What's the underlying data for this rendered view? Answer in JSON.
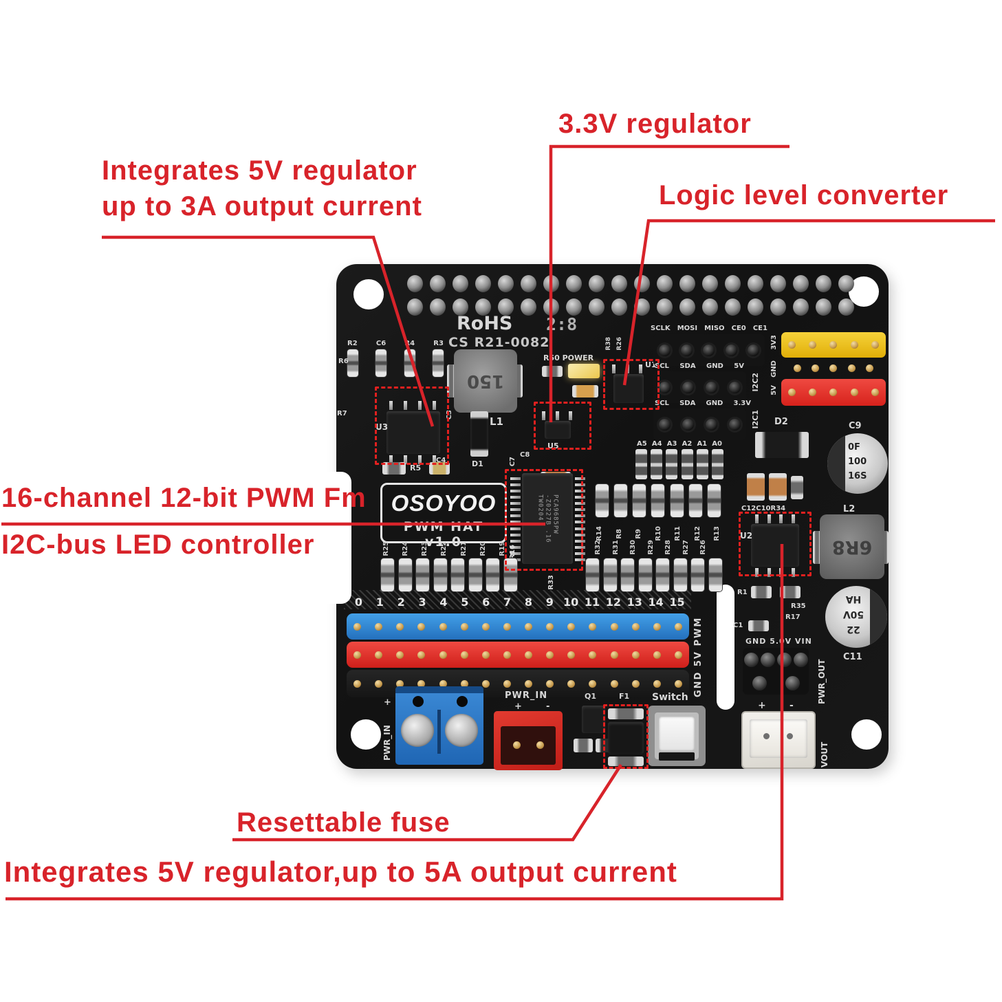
{
  "annotations": {
    "accent_color": "#d8232a",
    "reg3a_line1": "Integrates 5V regulator",
    "reg3a_line2": "up to 3A output current",
    "reg33v": "3.3V regulator",
    "logic_level": "Logic level converter",
    "pwm_line1": "16-channel 12-bit PWM Fm",
    "pwm_line2": "I2C-bus LED controller",
    "fuse": "Resettable fuse",
    "reg5a": "Integrates 5V regulator,up to 5A output current"
  },
  "silk": {
    "rohs": "RoHS",
    "rohs_mark": "2:8",
    "cs_code": "CS R21-0082",
    "logo": "OSOYOO",
    "logo_sub": "PWM HAT v1.0",
    "power_led": "R50 POWER",
    "spi_labels": [
      "SCLK",
      "MOSI",
      "MISO",
      "CE0",
      "CE1"
    ],
    "i2c2_labels": [
      "SCL",
      "SDA",
      "GND",
      "5V"
    ],
    "i2c1_labels": [
      "SCL",
      "SDA",
      "GND",
      "3.3V"
    ],
    "i2c2": "I2C2",
    "i2c1": "I2C1",
    "rail_3v3": "3V3",
    "rail_gnd": "GND",
    "rail_5v": "5V",
    "a_jumpers": [
      "A5",
      "A4",
      "A3",
      "A2",
      "A1",
      "A0"
    ],
    "channels": [
      "0",
      "1",
      "2",
      "3",
      "4",
      "5",
      "6",
      "7",
      "8",
      "9",
      "10",
      "11",
      "12",
      "13",
      "14",
      "15"
    ],
    "pwm_rows": "GND 5V PWM",
    "pwr_in": "PWR_IN",
    "plus": "+",
    "minus": "-",
    "q1": "Q1",
    "f1": "F1",
    "switch_label": "Switch",
    "pwr_out_pins": "GND 5.0V VIN",
    "pwr_out": "PWR_OUT",
    "vout": "VOUT",
    "l1": "L1",
    "l1_value": "150",
    "l2": "L2",
    "l2_value": "6R8",
    "c9": "C9",
    "c9_marking": [
      "0F",
      "100",
      "16S"
    ],
    "c11": "C11",
    "c11_marking": [
      "22",
      "50V",
      "HA"
    ],
    "d1": "D1",
    "d2": "D2",
    "c1": "C1",
    "c3": "C3",
    "c4": "C4",
    "c7": "C7",
    "c8": "C8",
    "u1": "U1",
    "u2": "U2",
    "u3": "U3",
    "u5": "U5",
    "r5": "R5",
    "r6": "R6",
    "r7": "R7",
    "r16": "R16",
    "r33": "R33",
    "r1": "R1",
    "r35": "R35",
    "r17": "R17",
    "r38": "R38",
    "r26": "R26",
    "c12_row": "C12C10R34",
    "r_top_left": [
      "R2",
      "C6",
      "R4",
      "R3"
    ],
    "r_row_mid": [
      "R14",
      "R8",
      "R9",
      "R10",
      "R11",
      "R12",
      "R13"
    ],
    "r_row_left": [
      "R25",
      "R24",
      "R23",
      "R22",
      "R21",
      "R20",
      "R19"
    ],
    "r_row_right": [
      "R32",
      "R31",
      "R30",
      "R29",
      "R28",
      "R27",
      "R26"
    ],
    "chip_marking": [
      "PCA9685PW",
      "-Z0227B .16",
      "TW0204"
    ]
  }
}
